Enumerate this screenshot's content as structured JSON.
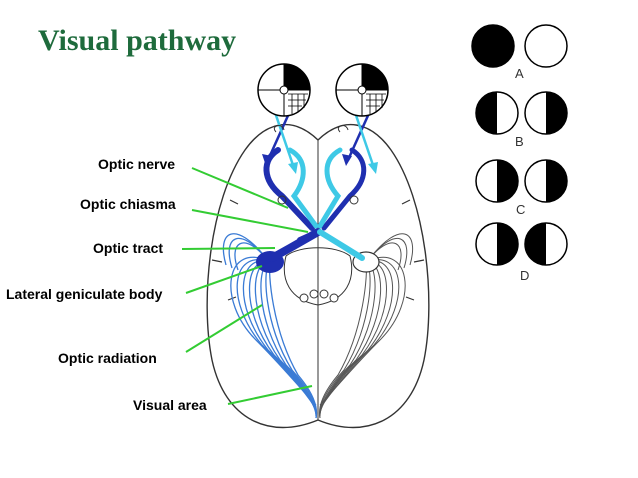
{
  "slide": {
    "title": "Visual pathway"
  },
  "labels": {
    "optic_nerve": "Optic nerve",
    "optic_chiasma": "Optic chiasma",
    "optic_tract": "Optic tract",
    "lateral_geniculate_body": "Lateral geniculate body",
    "optic_radiation": "Optic  radiation",
    "visual_area": "Visual area"
  },
  "visual_field_defects": {
    "A": "A",
    "B": "B",
    "C": "C",
    "D": "D"
  },
  "colors": {
    "title": "#1e6b3c",
    "leader_lines": "#33cc33",
    "pathway_dark": "#1f2fb0",
    "pathway_light": "#3ec9e6",
    "radiation": "#3a7bd5",
    "outline": "#333333"
  }
}
